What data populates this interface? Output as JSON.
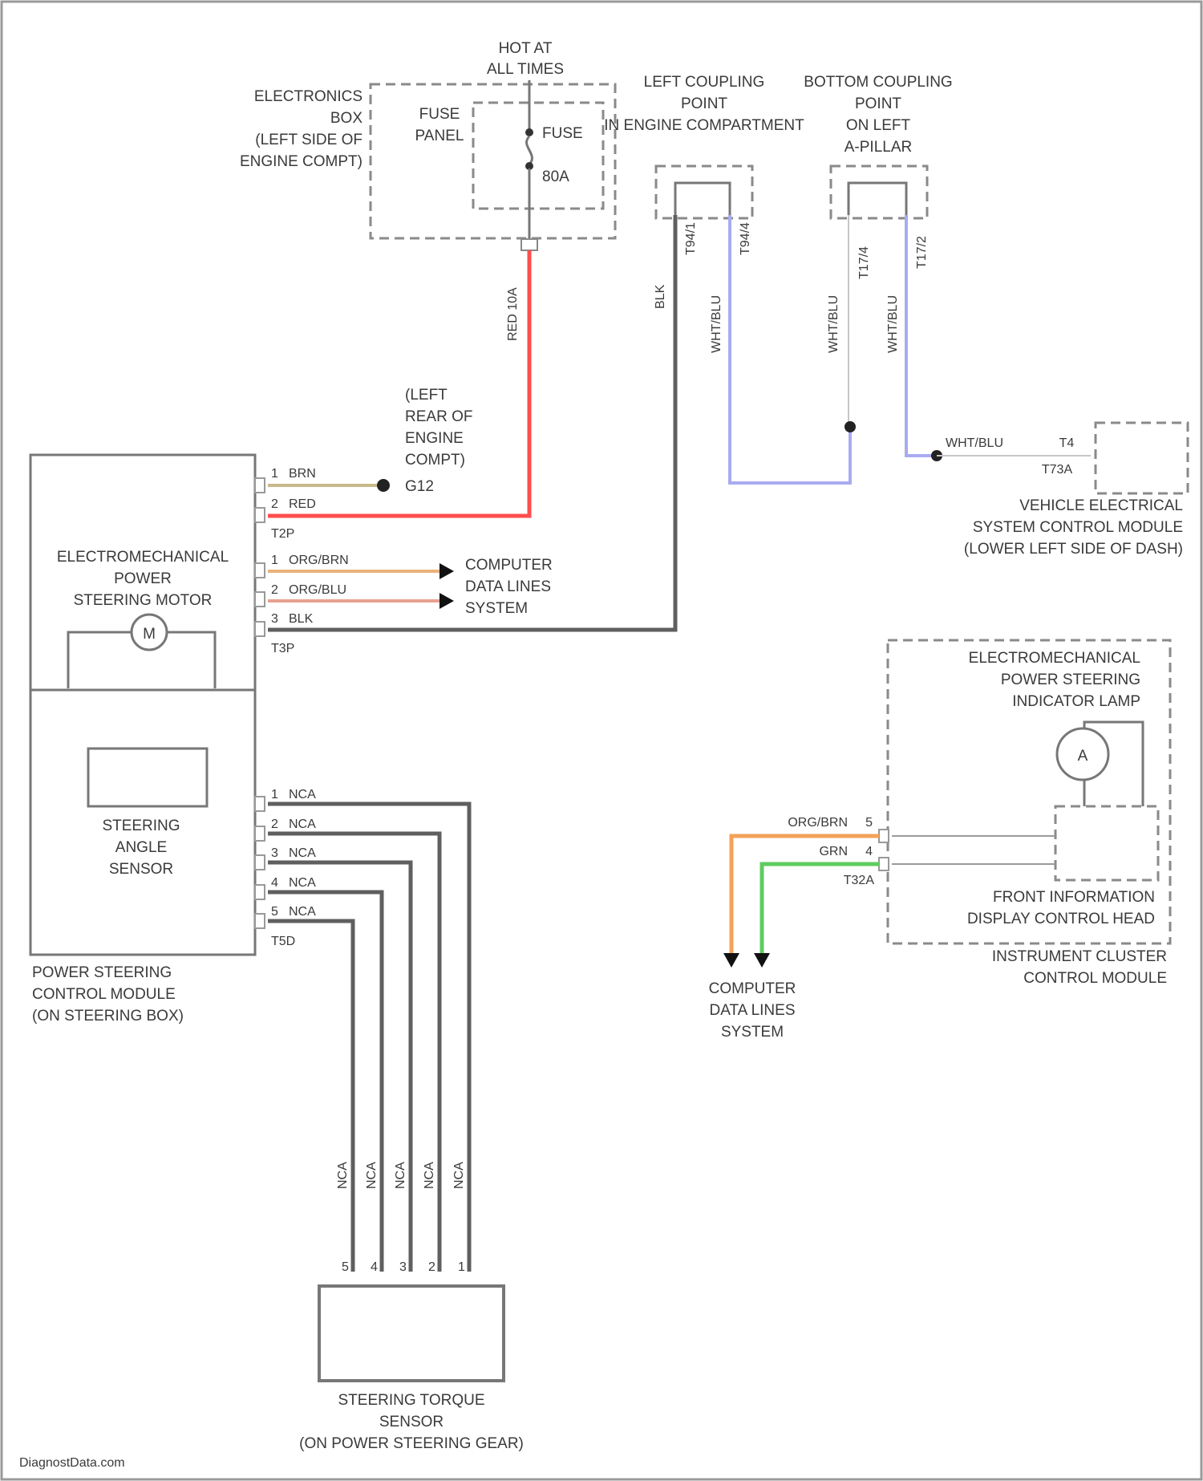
{
  "colors": {
    "red": "#ff4d4d",
    "blue_white": "#a9abf0",
    "brown": "#c9b98a",
    "orange": "#f3a259",
    "green": "#5fcc5f",
    "gray": "#5f5f5f",
    "orange_blue": "#e8a090"
  },
  "fuse": {
    "supply": [
      "HOT AT",
      "ALL TIMES"
    ],
    "box_label": [
      "ELECTRONICS",
      "BOX",
      "(LEFT SIDE OF",
      "ENGINE COMPT)"
    ],
    "panel_label": [
      "FUSE",
      "PANEL"
    ],
    "fuse_label": "FUSE",
    "rating": "80A",
    "wire": "RED 10A"
  },
  "coupling_engine": {
    "label": [
      "LEFT COUPLING",
      "POINT",
      "IN ENGINE COMPARTMENT"
    ],
    "pins": [
      "T94/1",
      "T94/4"
    ],
    "wires": [
      "BLK",
      "WHT/BLU"
    ]
  },
  "coupling_pillar": {
    "label": [
      "BOTTOM COUPLING",
      "POINT",
      "ON LEFT",
      "A-PILLAR"
    ],
    "pins": [
      "T17/4",
      "T17/2"
    ],
    "wires": [
      "WHT/BLU",
      "WHT/BLU"
    ]
  },
  "ground": {
    "label": [
      "(LEFT",
      "REAR OF",
      "ENGINE",
      "COMPT)"
    ],
    "id": "G12"
  },
  "vesm": {
    "wire": "WHT/BLU",
    "pin": "T4",
    "connector": "T73A",
    "label": [
      "VEHICLE ELECTRICAL",
      "SYSTEM CONTROL MODULE",
      "(LOWER LEFT SIDE OF DASH)"
    ]
  },
  "pscm": {
    "motor_label": [
      "ELECTROMECHANICAL",
      "POWER",
      "STEERING MOTOR"
    ],
    "motor_symbol": "M",
    "sensor_label": [
      "STEERING",
      "ANGLE",
      "SENSOR"
    ],
    "module_label": [
      "POWER STEERING",
      "CONTROL MODULE",
      "(ON STEERING BOX)"
    ],
    "conn1": {
      "name": "T2P",
      "pins": [
        {
          "num": "1",
          "wire": "BRN"
        },
        {
          "num": "2",
          "wire": "RED"
        }
      ]
    },
    "conn2": {
      "name": "T3P",
      "pins": [
        {
          "num": "1",
          "wire": "ORG/BRN"
        },
        {
          "num": "2",
          "wire": "ORG/BLU"
        },
        {
          "num": "3",
          "wire": "BLK"
        }
      ]
    },
    "conn3": {
      "name": "T5D",
      "pins": [
        {
          "num": "1",
          "wire": "NCA"
        },
        {
          "num": "2",
          "wire": "NCA"
        },
        {
          "num": "3",
          "wire": "NCA"
        },
        {
          "num": "4",
          "wire": "NCA"
        },
        {
          "num": "5",
          "wire": "NCA"
        }
      ]
    }
  },
  "data_lines": [
    "COMPUTER",
    "DATA LINES",
    "SYSTEM"
  ],
  "torque_sensor": {
    "label": [
      "STEERING TORQUE",
      "SENSOR",
      "(ON POWER STEERING GEAR)"
    ],
    "wire_labels": [
      "NCA",
      "NCA",
      "NCA",
      "NCA",
      "NCA"
    ],
    "pins": [
      "5",
      "4",
      "3",
      "2",
      "1"
    ]
  },
  "cluster": {
    "lamp_label": [
      "ELECTROMECHANICAL",
      "POWER STEERING",
      "INDICATOR LAMP"
    ],
    "lamp_symbol": "A",
    "wires": [
      {
        "wire": "ORG/BRN",
        "pin": "5"
      },
      {
        "wire": "GRN",
        "pin": "4"
      }
    ],
    "connector": "T32A",
    "head_label": [
      "FRONT INFORMATION",
      "DISPLAY CONTROL HEAD"
    ],
    "module_label": [
      "INSTRUMENT CLUSTER",
      "CONTROL MODULE"
    ]
  },
  "watermark": "DiagnostData.com"
}
